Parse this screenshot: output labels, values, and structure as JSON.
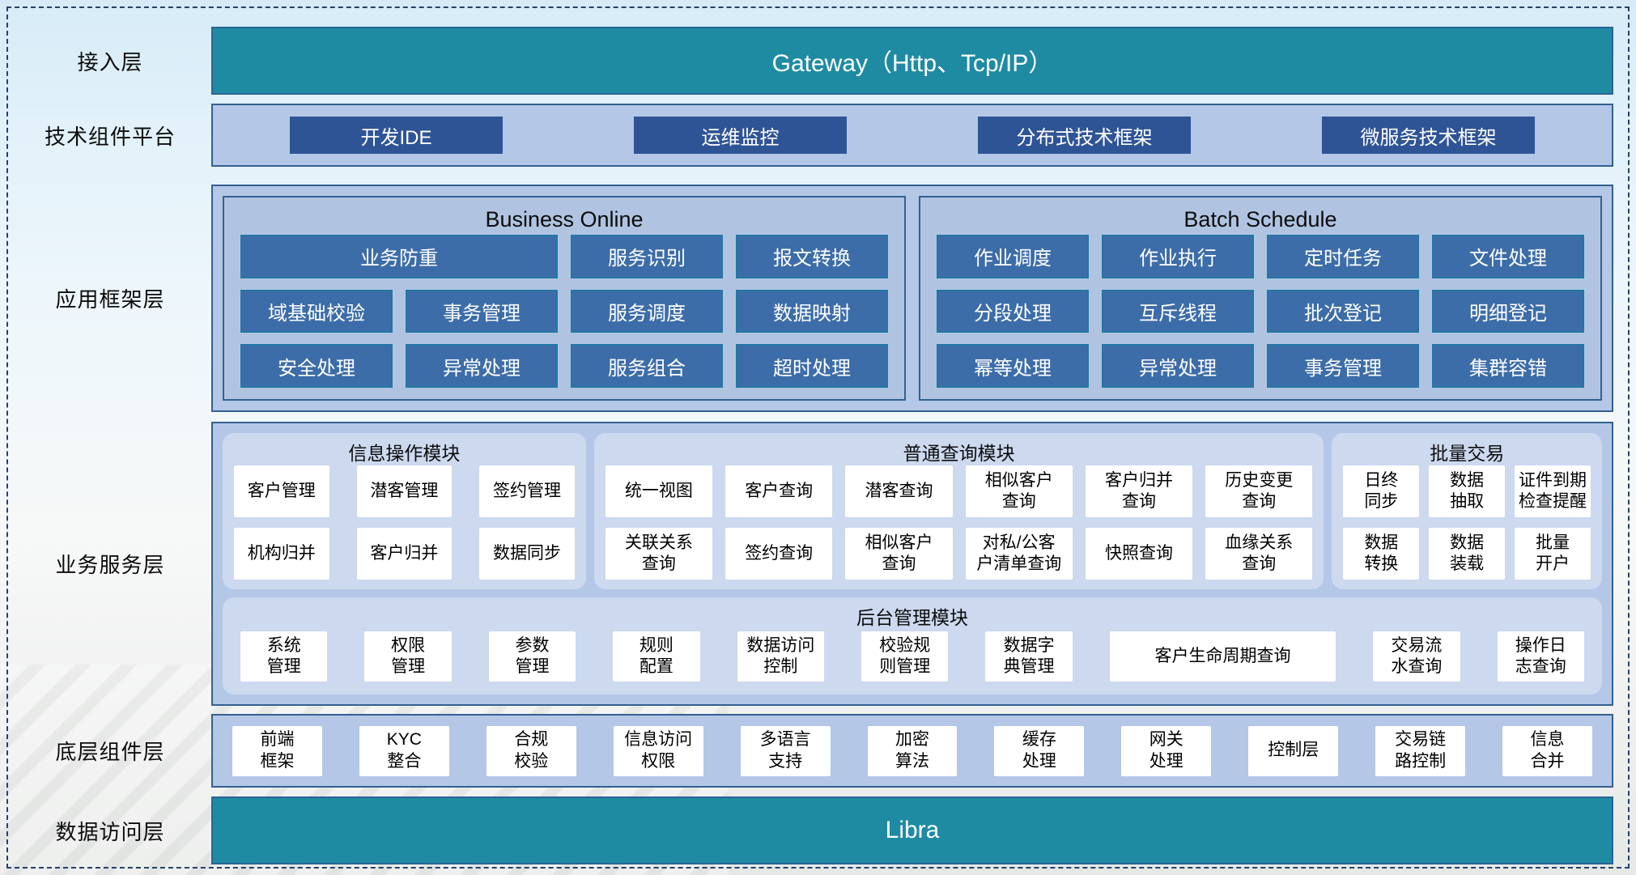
{
  "colors": {
    "teal": "#1e8ba3",
    "navy_chip": "#2f5496",
    "steel_chip": "#3d6da8",
    "container_blue": "#b4c7e7",
    "panel_light_blue": "#ccd9ef",
    "border_navy": "#33608f",
    "dashed_frame": "#26406a"
  },
  "layers": {
    "access": {
      "label": "接入层",
      "bar": "Gateway（Http、Tcp/IP）"
    },
    "tech_platform": {
      "label": "技术组件平台",
      "chips": [
        "开发IDE",
        "运维监控",
        "分布式技术框架",
        "微服务技术框架"
      ]
    },
    "app_framework": {
      "label": "应用框架层",
      "business_online": {
        "title": "Business Online",
        "chips": [
          "业务防重",
          "服务识别",
          "报文转换",
          "域基础校验",
          "事务管理",
          "服务调度",
          "数据映射",
          "安全处理",
          "异常处理",
          "服务组合",
          "超时处理"
        ]
      },
      "batch_schedule": {
        "title": "Batch Schedule",
        "chips": [
          "作业调度",
          "作业执行",
          "定时任务",
          "文件处理",
          "分段处理",
          "互斥线程",
          "批次登记",
          "明细登记",
          "幂等处理",
          "异常处理",
          "事务管理",
          "集群容错"
        ]
      }
    },
    "business_service": {
      "label": "业务服务层",
      "info_ops": {
        "title": "信息操作模块",
        "chips": [
          "客户管理",
          "潜客管理",
          "签约管理",
          "机构归并",
          "客户归并",
          "数据同步"
        ]
      },
      "query": {
        "title": "普通查询模块",
        "chips": [
          "统一视图",
          "客户查询",
          "潜客查询",
          "相似客户\n查询",
          "客户归并\n查询",
          "历史变更\n查询",
          "关联关系\n查询",
          "签约查询",
          "相似客户\n查询",
          "对私/公客\n户清单查询",
          "快照查询",
          "血缘关系\n查询"
        ]
      },
      "batch_trade": {
        "title": "批量交易",
        "chips": [
          "日终\n同步",
          "数据\n抽取",
          "证件到期\n检查提醒",
          "数据\n转换",
          "数据\n装载",
          "批量\n开户"
        ]
      },
      "admin": {
        "title": "后台管理模块",
        "chips": [
          "系统\n管理",
          "权限\n管理",
          "参数\n管理",
          "规则\n配置",
          "数据访问\n控制",
          "校验规\n则管理",
          "数据字\n典管理",
          "客户生命周期查询",
          "交易流\n水查询",
          "操作日\n志查询"
        ]
      }
    },
    "base_components": {
      "label": "底层组件层",
      "chips": [
        "前端\n框架",
        "KYC\n整合",
        "合规\n校验",
        "信息访问\n权限",
        "多语言\n支持",
        "加密\n算法",
        "缓存\n处理",
        "网关\n处理",
        "控制层",
        "交易链\n路控制",
        "信息\n合并"
      ]
    },
    "data_access": {
      "label": "数据访问层",
      "bar": "Libra"
    }
  }
}
